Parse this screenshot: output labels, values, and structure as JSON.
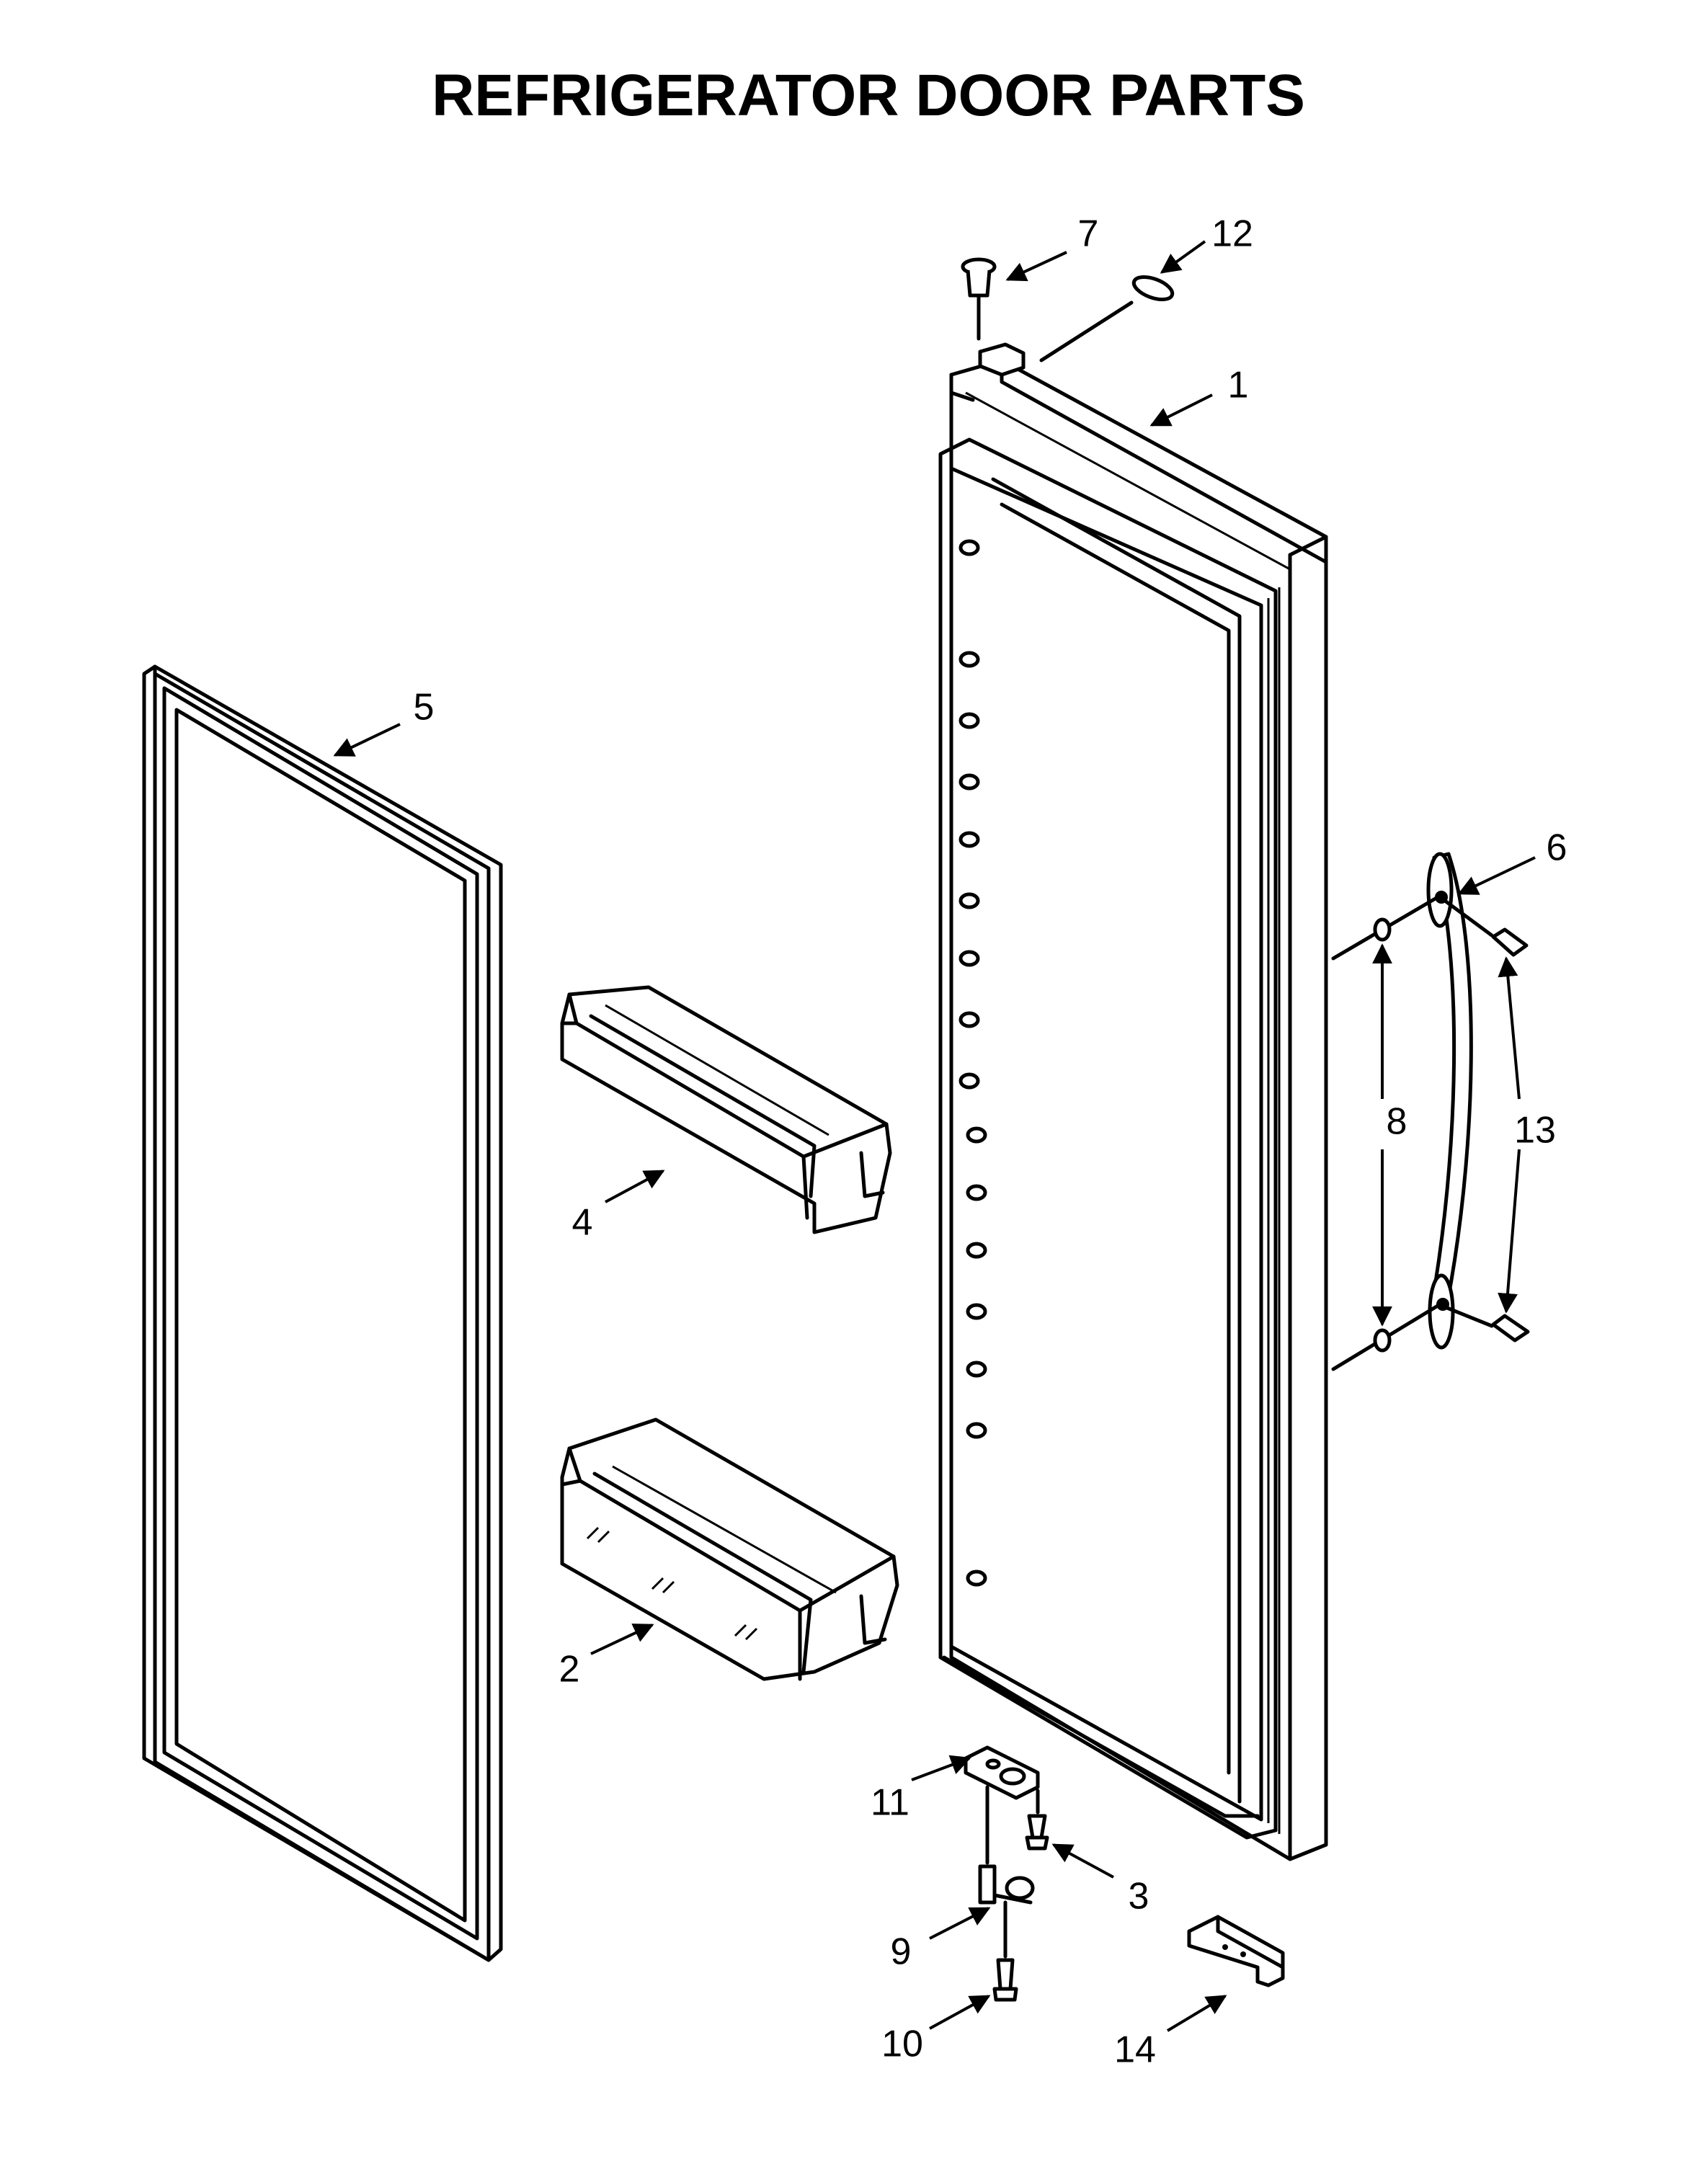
{
  "title": "REFRIGERATOR DOOR PARTS",
  "callouts": {
    "p1": "1",
    "p2": "2",
    "p3": "3",
    "p4": "4",
    "p5": "5",
    "p6": "6",
    "p7": "7",
    "p8": "8",
    "p9": "9",
    "p10": "10",
    "p11": "11",
    "p12": "12",
    "p13": "13",
    "p14": "14"
  }
}
